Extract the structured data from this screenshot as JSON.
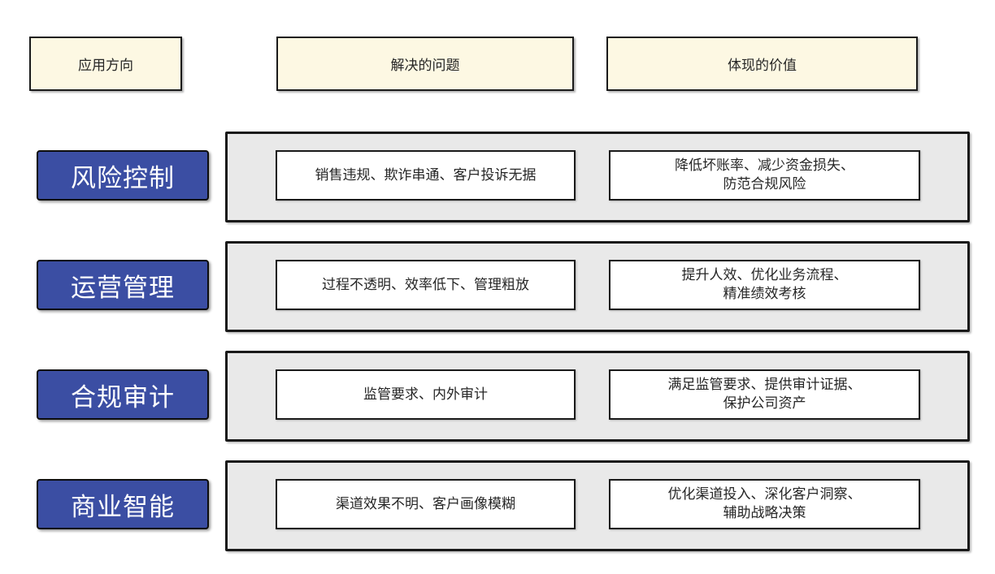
{
  "headers": {
    "direction": "应用方向",
    "problem": "解决的问题",
    "value": "体现的价值"
  },
  "rows": [
    {
      "direction": "风险控制",
      "problem": "销售违规、欺诈串通、客户投诉无据",
      "value": "降低坏账率、减少资金损失、\n防范合规风险"
    },
    {
      "direction": "运营管理",
      "problem": "过程不透明、效率低下、管理粗放",
      "value": "提升人效、优化业务流程、\n精准绩效考核"
    },
    {
      "direction": "合规审计",
      "problem": "监管要求、内外审计",
      "value": "满足监管要求、提供审计证据、\n保护公司资产"
    },
    {
      "direction": "商业智能",
      "problem": "渠道效果不明、客户画像模糊",
      "value": "优化渠道投入、深化客户洞察、\n辅助战略决策"
    }
  ],
  "colors": {
    "blue": "#3b4ea3",
    "cream": "#fdf8e3",
    "gray": "#e9e9e9",
    "border": "#1a1a1a"
  }
}
